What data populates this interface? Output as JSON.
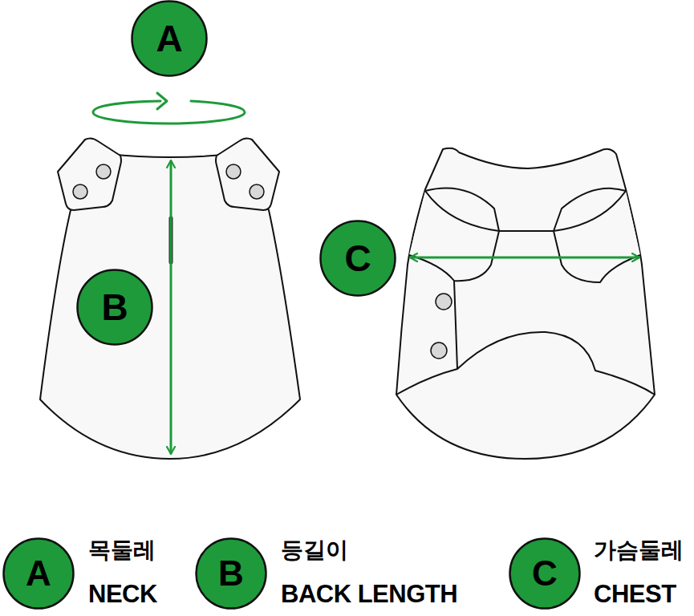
{
  "diagram": {
    "nodes": [
      {
        "text": [
          "A"
        ]
      },
      {
        "text": [
          "B"
        ]
      },
      {
        "text": [
          "C"
        ]
      },
      {
        "text": [
          "A",
          "목둘레",
          "NECK"
        ]
      },
      {
        "text": [
          "B",
          "등길이",
          "BACK LENGTH"
        ]
      },
      {
        "text": [
          "C",
          "가슴둘레",
          "CHEST"
        ]
      }
    ]
  }
}
